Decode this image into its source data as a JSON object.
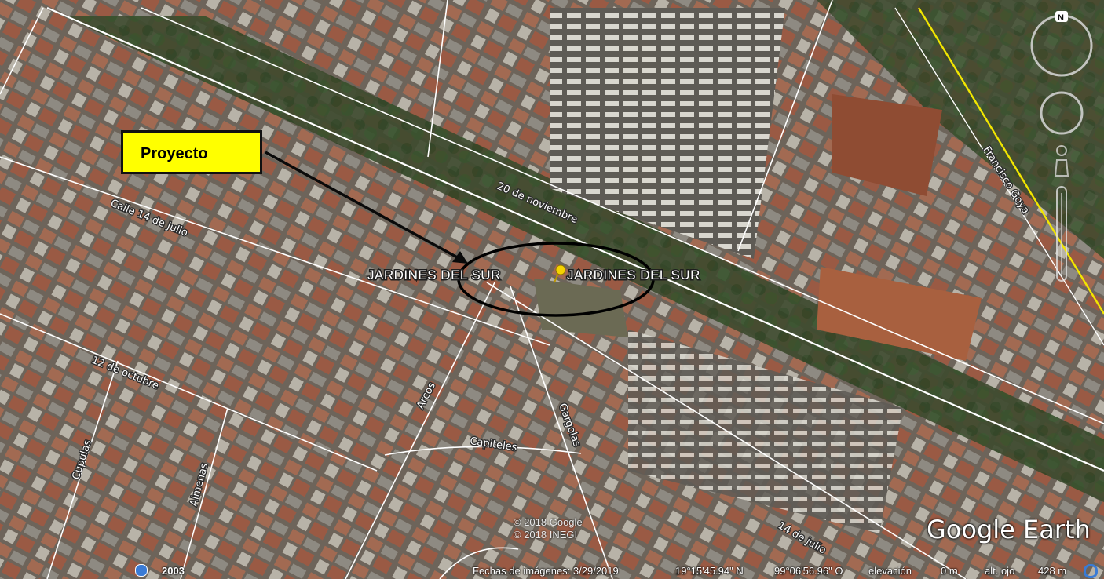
{
  "callout": {
    "label": "Proyecto"
  },
  "place_labels": [
    "JARDINES DEL SUR",
    "JARDINES DEL SUR"
  ],
  "streets": {
    "nov20": "20 de noviembre",
    "calle14": "Calle 14 de Julio",
    "oct12": "12 de octubre",
    "arcos": "Arcos",
    "gargolas": "Gargolas",
    "capiteles": "Capiteles",
    "cupulas": "Cupulas",
    "almenas": "Almenas",
    "julio14": "14 de julio",
    "goya": "Francisco Goya"
  },
  "copyright": {
    "line1": "© 2018 Google",
    "line2": "© 2018 INEGI"
  },
  "logo": "Google Earth",
  "status": {
    "year": "2003",
    "imagery_date": "Fechas de imágenes: 3/29/2019",
    "lat": "19°15'45.94\" N",
    "lon": "99°06'56.96\" O",
    "elevation": "elevación",
    "elevation_value": "0 m",
    "eye_alt": "alt. ojo",
    "eye_alt_value": "428 m"
  },
  "compass": {
    "north": "N"
  },
  "colors": {
    "callout_bg": "#ffff00",
    "road_line": "#ffffff",
    "highlight_road": "#f2e600",
    "aerial_base": "#5b5a52"
  }
}
